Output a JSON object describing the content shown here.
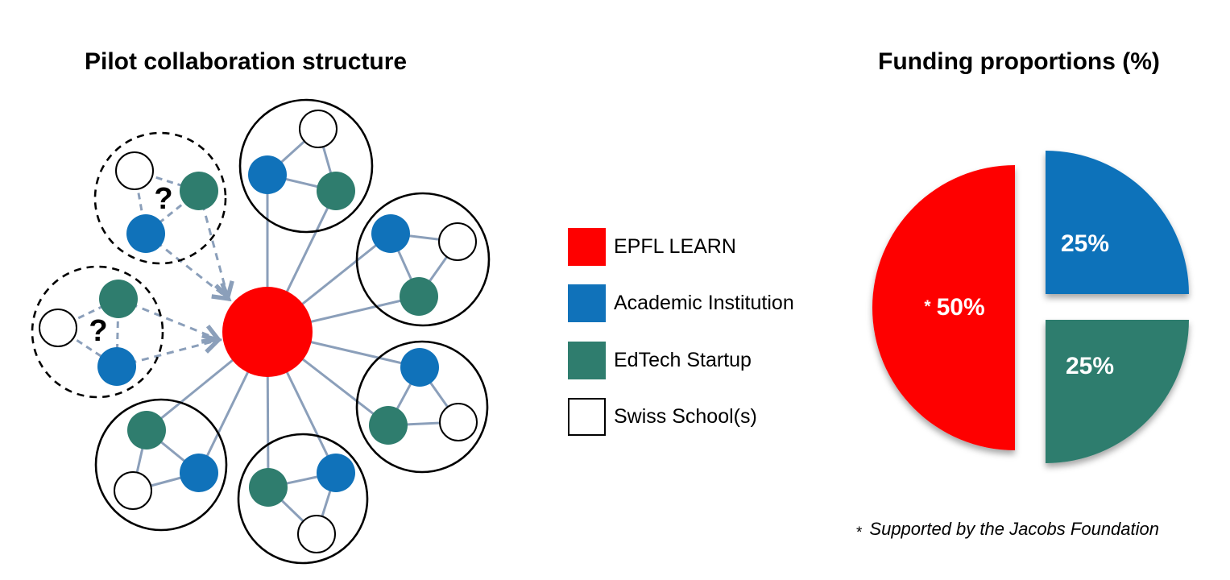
{
  "left_panel": {
    "title": "Pilot collaboration structure"
  },
  "right_panel": {
    "title": "Funding proportions (%)",
    "footnote_marker": "*",
    "footnote_text": "Supported by the Jacobs Foundation"
  },
  "legend": {
    "items": [
      {
        "label": "EPFL LEARN",
        "color_key": "red"
      },
      {
        "label": "Academic Institution",
        "color_key": "blue"
      },
      {
        "label": "EdTech Startup",
        "color_key": "teal"
      },
      {
        "label": "Swiss School(s)",
        "color_key": "white"
      }
    ]
  },
  "network": {
    "hub_color": "red",
    "solid_cluster_count": 5,
    "dashed_cluster_count": 2,
    "dashed_cluster_marker": "?",
    "cluster_node_colors": [
      "blue",
      "teal",
      "white"
    ]
  },
  "chart_data": {
    "type": "pie",
    "title": "Funding proportions (%)",
    "unit": "%",
    "exploded": true,
    "legend_position": "left-of-chart",
    "slices": [
      {
        "label": "EPFL LEARN",
        "value": 50,
        "display_marker": "*",
        "display_value": "50%",
        "color_key": "red",
        "footnote": "Supported by the Jacobs Foundation"
      },
      {
        "label": "Academic Institution",
        "value": 25,
        "display_value": "25%",
        "color_key": "blue"
      },
      {
        "label": "EdTech Startup",
        "value": 25,
        "display_value": "25%",
        "color_key": "teal"
      }
    ]
  },
  "colors": {
    "red": "#fe0000",
    "blue": "#1072ba",
    "teal": "#2f7d6e",
    "line": "#8b9fba",
    "black": "#000000",
    "white": "#ffffff"
  }
}
